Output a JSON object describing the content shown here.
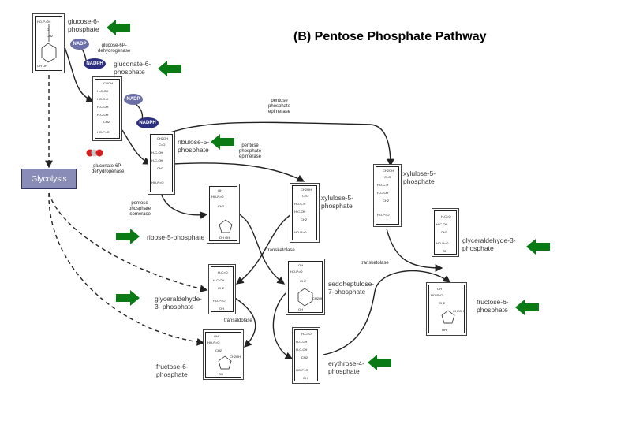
{
  "title": "(B) Pentose Phosphate Pathway",
  "glycolysis": "Glycolysis",
  "cofactors": {
    "nadp": "NADP",
    "nadph": "NADPH"
  },
  "metabolites": {
    "glucose6p": "glucose-6-\nphosphate",
    "gluconate6p": "gluconate-6-\nphosphate",
    "ribulose5p": "ribulose-5-\nphosphate",
    "ribose5p": "ribose-5-phosphate",
    "xylulose5p_mid": "xylulose-5-\nphosphate",
    "xylulose5p_right": "xylulose-5-\nphosphate",
    "glyceraldehyde3p_left": "glyceraldehyde-\n3- phosphate",
    "glyceraldehyde3p_right": "glyceraldehyde-3-\nphosphate",
    "sedoheptulose7p": "sedoheptulose-\n7-phosphate",
    "fructose6p_left": "fructose-6-\nphosphate",
    "fructose6p_right": "fructose-6-\nphosphate",
    "erythrose4p": "erythrose-4-\nphosphate"
  },
  "enzymes": {
    "g6pdh": "glucose-6P-\ndehydrogenase",
    "gluconate6pdh": "gluconate-6P-\ndehydrogenase",
    "epimerase_top": "pentose\nphosphate\nepimerase",
    "epimerase_mid": "pentose\nphosphate\nepimerase",
    "isomerase": "pentose\nphosphate\nisomerase",
    "transketolase_left": "transketolase",
    "transketolase_right": "transketolase",
    "transaldolase": "transaldolase"
  },
  "colors": {
    "arrow_green": "#0a7a14",
    "nadp": "#6b6fa8",
    "nadph": "#2b2f7d",
    "glycolysis_box": "#8a8cb8",
    "co2_red": "#d61f1f"
  }
}
